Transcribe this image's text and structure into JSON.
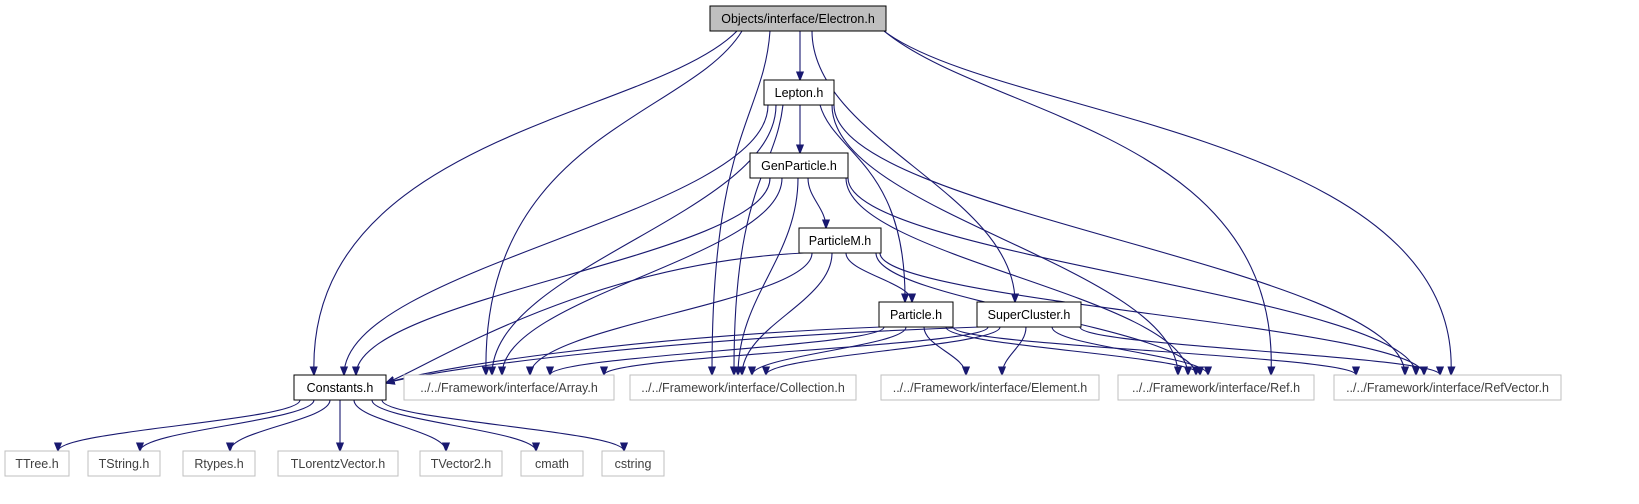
{
  "diagram": {
    "colors": {
      "edge": "#191970",
      "root_fill": "#bfbfbf",
      "node_fill": "#ffffff",
      "node_border": "#000000",
      "external_border": "#bfbfbf",
      "external_text": "#404040",
      "text": "#000000"
    },
    "nodes": [
      {
        "id": "electron",
        "label": "Objects/interface/Electron.h",
        "kind": "root"
      },
      {
        "id": "lepton",
        "label": "Lepton.h",
        "kind": "internal"
      },
      {
        "id": "genparticle",
        "label": "GenParticle.h",
        "kind": "internal"
      },
      {
        "id": "particlem",
        "label": "ParticleM.h",
        "kind": "internal"
      },
      {
        "id": "particle",
        "label": "Particle.h",
        "kind": "internal"
      },
      {
        "id": "supercluster",
        "label": "SuperCluster.h",
        "kind": "internal"
      },
      {
        "id": "constants",
        "label": "Constants.h",
        "kind": "internal"
      },
      {
        "id": "array",
        "label": "../../Framework/interface/Array.h",
        "kind": "external"
      },
      {
        "id": "collection",
        "label": "../../Framework/interface/Collection.h",
        "kind": "external"
      },
      {
        "id": "element",
        "label": "../../Framework/interface/Element.h",
        "kind": "external"
      },
      {
        "id": "ref",
        "label": "../../Framework/interface/Ref.h",
        "kind": "external"
      },
      {
        "id": "refvector",
        "label": "../../Framework/interface/RefVector.h",
        "kind": "external"
      },
      {
        "id": "ttree",
        "label": "TTree.h",
        "kind": "external"
      },
      {
        "id": "tstring",
        "label": "TString.h",
        "kind": "external"
      },
      {
        "id": "rtypes",
        "label": "Rtypes.h",
        "kind": "external"
      },
      {
        "id": "tlorentz",
        "label": "TLorentzVector.h",
        "kind": "external"
      },
      {
        "id": "tvector2",
        "label": "TVector2.h",
        "kind": "external"
      },
      {
        "id": "cmath",
        "label": "cmath",
        "kind": "external"
      },
      {
        "id": "cstring",
        "label": "cstring",
        "kind": "external"
      }
    ],
    "edges": [
      {
        "from": "electron",
        "to": "lepton"
      },
      {
        "from": "electron",
        "to": "constants"
      },
      {
        "from": "electron",
        "to": "array"
      },
      {
        "from": "electron",
        "to": "collection"
      },
      {
        "from": "electron",
        "to": "supercluster"
      },
      {
        "from": "electron",
        "to": "ref"
      },
      {
        "from": "electron",
        "to": "refvector"
      },
      {
        "from": "lepton",
        "to": "genparticle"
      },
      {
        "from": "lepton",
        "to": "constants"
      },
      {
        "from": "lepton",
        "to": "array"
      },
      {
        "from": "lepton",
        "to": "collection"
      },
      {
        "from": "lepton",
        "to": "particle"
      },
      {
        "from": "lepton",
        "to": "ref"
      },
      {
        "from": "lepton",
        "to": "refvector"
      },
      {
        "from": "genparticle",
        "to": "particlem"
      },
      {
        "from": "genparticle",
        "to": "constants"
      },
      {
        "from": "genparticle",
        "to": "array"
      },
      {
        "from": "genparticle",
        "to": "collection"
      },
      {
        "from": "genparticle",
        "to": "ref"
      },
      {
        "from": "genparticle",
        "to": "refvector"
      },
      {
        "from": "particlem",
        "to": "particle"
      },
      {
        "from": "particlem",
        "to": "constants"
      },
      {
        "from": "particlem",
        "to": "array"
      },
      {
        "from": "particlem",
        "to": "collection"
      },
      {
        "from": "particlem",
        "to": "ref"
      },
      {
        "from": "particlem",
        "to": "refvector"
      },
      {
        "from": "particle",
        "to": "constants"
      },
      {
        "from": "particle",
        "to": "array"
      },
      {
        "from": "particle",
        "to": "collection"
      },
      {
        "from": "particle",
        "to": "element"
      },
      {
        "from": "particle",
        "to": "ref"
      },
      {
        "from": "particle",
        "to": "refvector"
      },
      {
        "from": "supercluster",
        "to": "constants"
      },
      {
        "from": "supercluster",
        "to": "array"
      },
      {
        "from": "supercluster",
        "to": "collection"
      },
      {
        "from": "supercluster",
        "to": "element"
      },
      {
        "from": "supercluster",
        "to": "ref"
      },
      {
        "from": "supercluster",
        "to": "refvector"
      },
      {
        "from": "constants",
        "to": "ttree"
      },
      {
        "from": "constants",
        "to": "tstring"
      },
      {
        "from": "constants",
        "to": "rtypes"
      },
      {
        "from": "constants",
        "to": "tlorentz"
      },
      {
        "from": "constants",
        "to": "tvector2"
      },
      {
        "from": "constants",
        "to": "cmath"
      },
      {
        "from": "constants",
        "to": "cstring"
      }
    ]
  }
}
